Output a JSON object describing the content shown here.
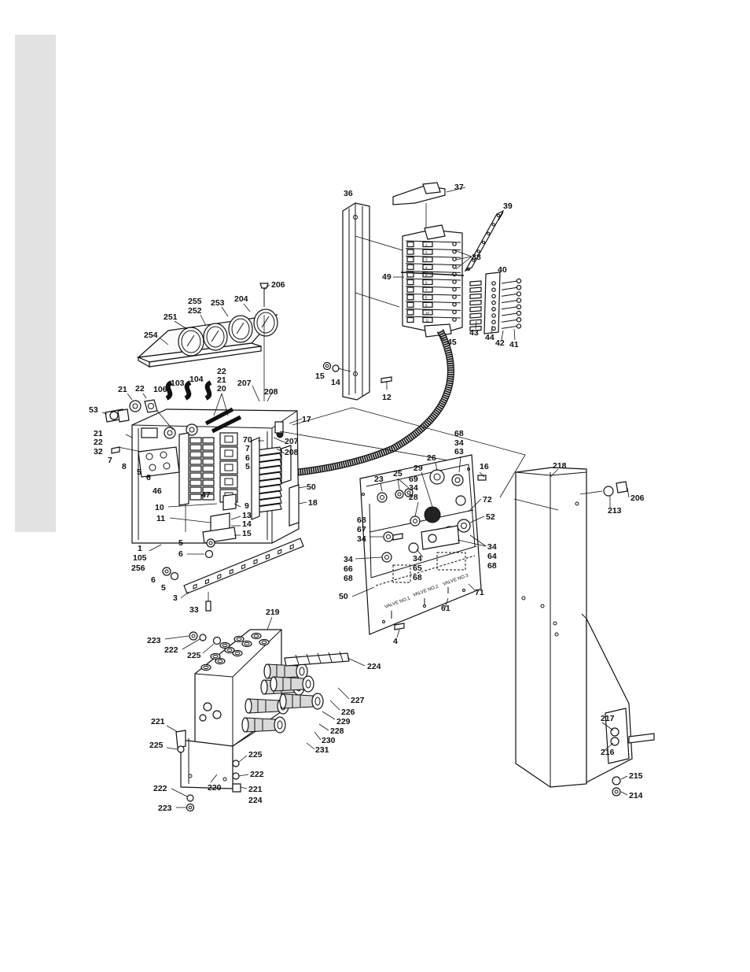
{
  "callouts": {
    "c36": "36",
    "c37": "37",
    "c39": "39",
    "c38": "38",
    "c40": "40",
    "c49": "49",
    "c43": "43",
    "c44": "44",
    "c42": "42",
    "c41": "41",
    "c45": "45",
    "c15": "15",
    "c14": "14",
    "c12": "12",
    "c206a": "206",
    "c255": "255",
    "c252": "252",
    "c253": "253",
    "c204": "204",
    "c251": "251",
    "c254": "254",
    "c22a": "22",
    "c21a": "21",
    "c20": "20",
    "c104": "104",
    "c103": "103",
    "c106": "106",
    "c21b": "21",
    "c22b": "22",
    "c207a": "207",
    "c208a": "208",
    "c53": "53",
    "c17": "17",
    "c21c": "21",
    "c22c": "22",
    "c32": "32",
    "c7a": "7",
    "c8": "8",
    "c5a": "5",
    "c6a": "6",
    "c46": "46",
    "c47": "47",
    "c70": "70",
    "c7b": "7",
    "c6b": "6",
    "c5b": "5",
    "c207b": "207",
    "c208b": "208",
    "c50a": "50",
    "c18": "18",
    "c10": "10",
    "c9": "9",
    "c13": "13",
    "c11": "11",
    "c14b": "14",
    "c15b": "15",
    "c5c": "5",
    "c6c": "6",
    "c1": "1",
    "c105": "105",
    "c256": "256",
    "c6d": "6",
    "c5d": "5",
    "c3": "3",
    "c33": "33",
    "c68a": "68",
    "c34a": "34",
    "c63": "63",
    "c26": "26",
    "c16": "16",
    "c25": "25",
    "c23": "23",
    "c29": "29",
    "c69": "69",
    "c34b": "34",
    "c28": "28",
    "c72": "72",
    "c52": "52",
    "c68b": "68",
    "c67": "67",
    "c34c": "34",
    "c34d": "34",
    "c64": "64",
    "c68c": "68",
    "c34e": "34",
    "c66": "66",
    "c68d": "68",
    "c34f": "34",
    "c65": "65",
    "c68e": "68",
    "c50b": "50",
    "c71": "71",
    "c61": "61",
    "c4": "4",
    "c218": "218",
    "c206b": "206",
    "c213": "213",
    "c217": "217",
    "c216": "216",
    "c215": "215",
    "c214": "214",
    "c219": "219",
    "c223a": "223",
    "c222a": "222",
    "c225a": "225",
    "c224a": "224",
    "c227": "227",
    "c226": "226",
    "c229": "229",
    "c228": "228",
    "c230": "230",
    "c231": "231",
    "c221a": "221",
    "c225b": "225",
    "c225c": "225",
    "c222b": "222",
    "c220": "220",
    "c222c": "222",
    "c221b": "221",
    "c224b": "224",
    "c223b": "223"
  },
  "panel_labels": {
    "valve1": "VALVE NO.1",
    "valve2": "VALVE NO.2",
    "valve3": "VALVE NO.3"
  },
  "terminal_numbers": [
    "1",
    "2",
    "3",
    "4",
    "5",
    "6",
    "7",
    "8",
    "9",
    "10",
    "11"
  ]
}
